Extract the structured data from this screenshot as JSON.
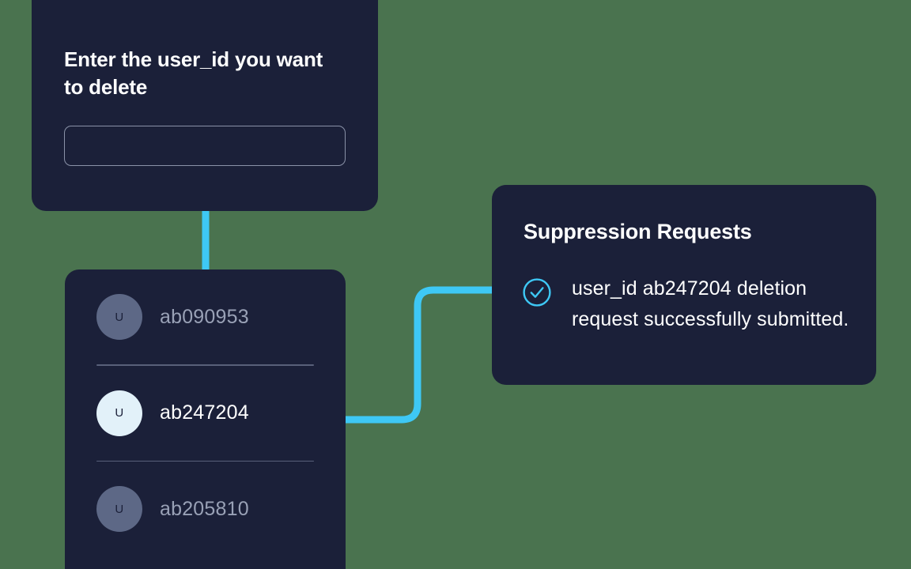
{
  "theme": {
    "background": "#4a734f",
    "card_background": "#1b2039",
    "accent": "#3ec8f5",
    "text_primary": "#ffffff",
    "text_muted": "#99a1b6",
    "avatar_idle": "#5d6886",
    "avatar_active": "#e2f1f9",
    "divider": "#59607a",
    "input_border": "#8a92a8"
  },
  "prompt_card": {
    "title": "Enter the user_id you want to delete",
    "input": {
      "value": "",
      "placeholder": ""
    }
  },
  "user_list_card": {
    "rows": [
      {
        "avatar_initial": "U",
        "user_id": "ab090953",
        "selected": false
      },
      {
        "avatar_initial": "U",
        "user_id": "ab247204",
        "selected": true
      },
      {
        "avatar_initial": "U",
        "user_id": "ab205810",
        "selected": false
      }
    ]
  },
  "requests_card": {
    "title": "Suppression Requests",
    "items": [
      {
        "status_icon": "circle-check-icon",
        "message": "user_id ab247204 deletion request successfully submitted."
      }
    ]
  },
  "connectors": [
    {
      "name": "prompt-to-list",
      "style": "vertical"
    },
    {
      "name": "list-to-requests",
      "style": "s-curve"
    }
  ]
}
